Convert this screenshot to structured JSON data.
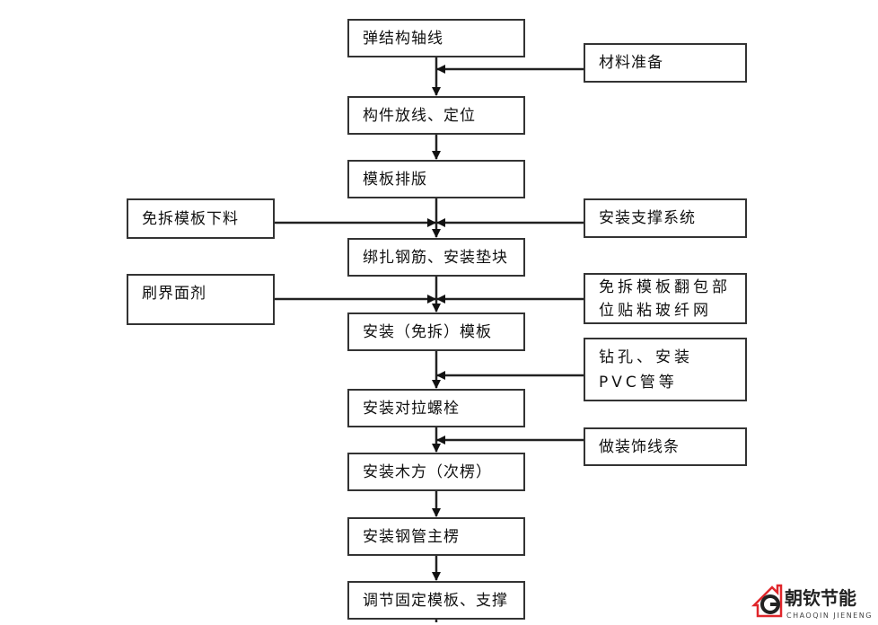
{
  "main_steps": [
    {
      "label": "弹结构轴线"
    },
    {
      "label": "构件放线、定位"
    },
    {
      "label": "模板排版"
    },
    {
      "label": "绑扎钢筋、安装垫块"
    },
    {
      "label": "安装（免拆）模板"
    },
    {
      "label": "安装对拉螺栓"
    },
    {
      "label": "安装木方（次楞）"
    },
    {
      "label": "安装钢管主楞"
    },
    {
      "label": "调节固定模板、支撑"
    }
  ],
  "right_inputs": [
    {
      "label": "材料准备"
    },
    {
      "label": "安装支撑系统"
    },
    {
      "label": "免拆模板翻包部位贴粘玻纤网"
    },
    {
      "label": "钻孔、安装 PVC管等"
    },
    {
      "label": "做装饰线条"
    }
  ],
  "left_inputs": [
    {
      "label": "免拆模板下料"
    },
    {
      "label": "刷界面剂"
    }
  ],
  "logo": {
    "name": "朝钦节能",
    "subtitle": "CHAOQIN JIENENG",
    "color": "#e0262b"
  }
}
